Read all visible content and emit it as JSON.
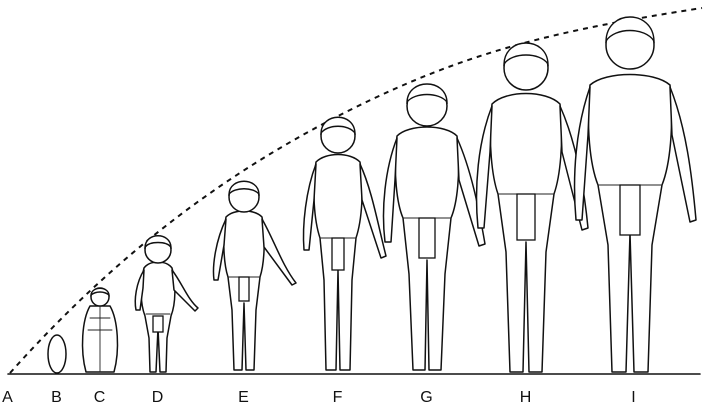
{
  "diagram": {
    "stages": [
      {
        "label": "A",
        "kind": "origin"
      },
      {
        "label": "B",
        "kind": "egg"
      },
      {
        "label": "C",
        "kind": "swaddled-infant"
      },
      {
        "label": "D",
        "kind": "toddler"
      },
      {
        "label": "E",
        "kind": "child"
      },
      {
        "label": "F",
        "kind": "youth"
      },
      {
        "label": "G",
        "kind": "adolescent"
      },
      {
        "label": "H",
        "kind": "young-man"
      },
      {
        "label": "I",
        "kind": "adult-man"
      }
    ],
    "colors": {
      "ink": "#111111",
      "paper": "#ffffff"
    }
  }
}
